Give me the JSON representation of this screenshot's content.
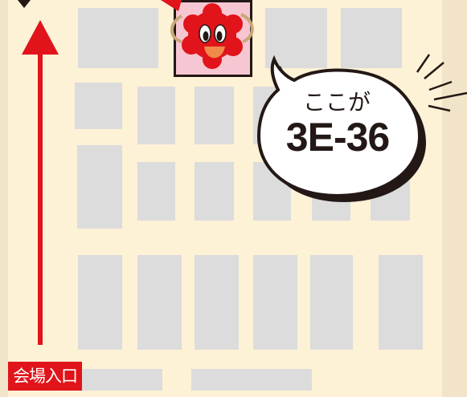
{
  "map": {
    "entrance_label": "会場入口",
    "callout": {
      "line1": "ここが",
      "booth_code": "3E-36"
    },
    "icons": {
      "route": "up-arrow-icon",
      "marker": "mascot-icon",
      "callout_shape": "speech-bubble"
    },
    "colors": {
      "background": "#fdf1d6",
      "frame": "#f2e4c8",
      "booth": "#dcdcdc",
      "marked_booth": "#f6c6d2",
      "arrow": "#e0141a",
      "entrance": "#e0141a",
      "text": "#231815"
    }
  }
}
